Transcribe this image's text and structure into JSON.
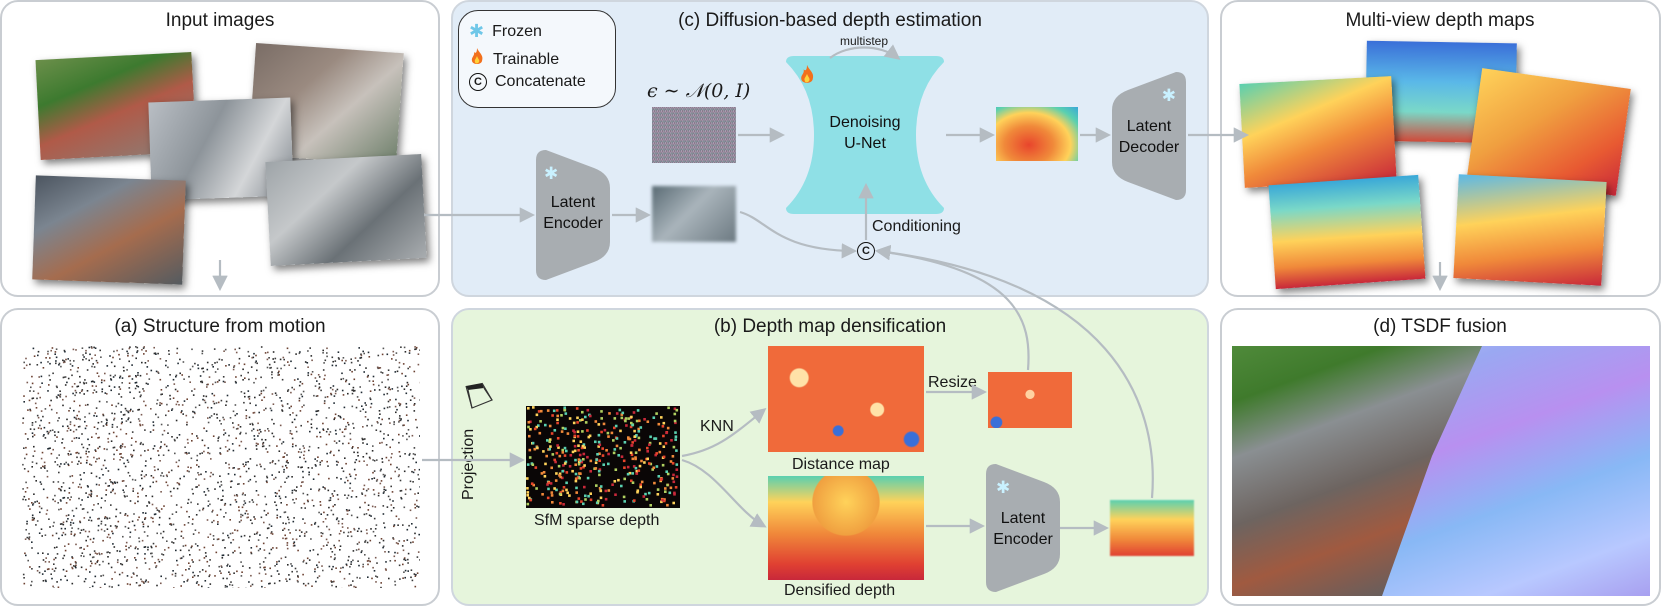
{
  "panels": {
    "input_title": "Input images",
    "sfm_title": "(a) Structure from motion",
    "diffusion_title": "(c) Diffusion-based depth estimation",
    "densification_title": "(b) Depth map densification",
    "multiview_title": "Multi-view depth maps",
    "tsdf_title": "(d) TSDF fusion"
  },
  "legend": {
    "frozen": "Frozen",
    "trainable": "Trainable",
    "concatenate": "Concatenate",
    "concat_symbol": "C"
  },
  "diffusion": {
    "noise_formula": "ϵ ∼ 𝒩(0, I)",
    "multistep": "multistep",
    "unet_line1": "Denoising",
    "unet_line2": "U-Net",
    "conditioning": "Conditioning",
    "latent_encoder_line1": "Latent",
    "latent_encoder_line2": "Encoder",
    "latent_decoder_line1": "Latent",
    "latent_decoder_line2": "Decoder"
  },
  "densification": {
    "projection": "Projection",
    "sfm_sparse_depth": "SfM sparse depth",
    "knn": "KNN",
    "distance_map": "Distance map",
    "resize": "Resize",
    "densified_depth": "Densified depth",
    "latent_encoder_line1": "Latent",
    "latent_encoder_line2": "Encoder"
  },
  "icons": {
    "frozen": "snowflake-icon",
    "trainable": "flame-icon",
    "concatenate": "concatenate-icon",
    "camera": "camera-frustum-icon"
  },
  "colors": {
    "diffusion_bg": "#e1ecf7",
    "densification_bg": "#e6f5dc",
    "unet": "#8fe0e6",
    "encoder": "#a8adb1",
    "arrow": "#b5bcc2"
  }
}
